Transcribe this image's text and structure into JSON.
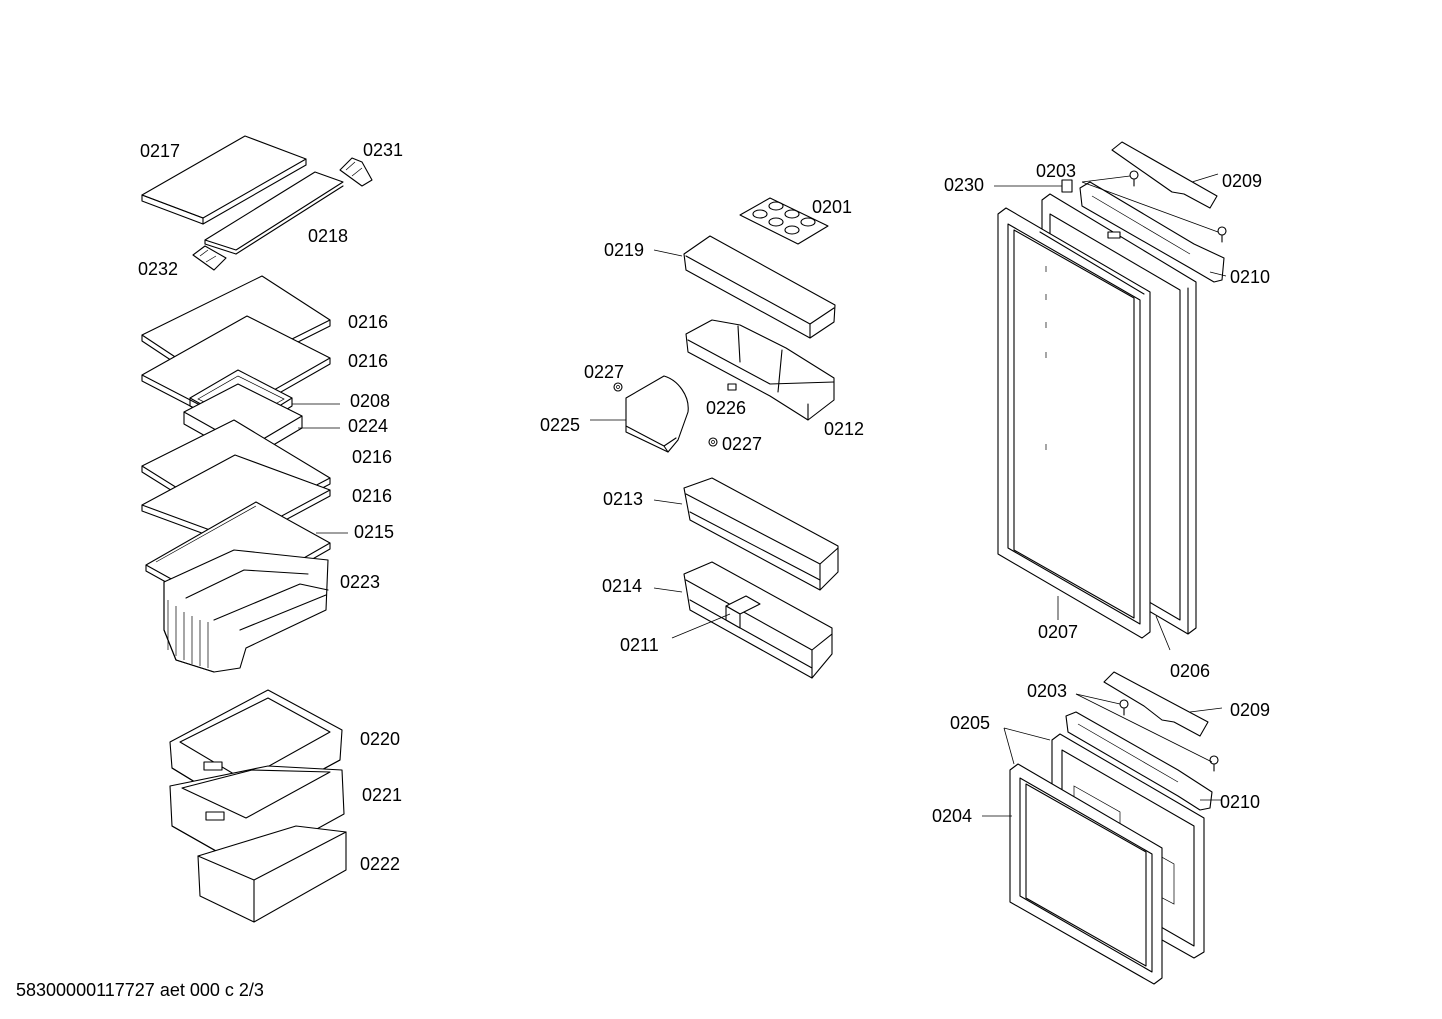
{
  "footer": "58300000117727 aet 000 c 2/3",
  "labels": {
    "p0217": "0217",
    "p0231": "0231",
    "p0218": "0218",
    "p0232": "0232",
    "p0216a": "0216",
    "p0216b": "0216",
    "p0208": "0208",
    "p0224": "0224",
    "p0216c": "0216",
    "p0216d": "0216",
    "p0215": "0215",
    "p0223": "0223",
    "p0220": "0220",
    "p0221": "0221",
    "p0222": "0222",
    "p0201": "0201",
    "p0219": "0219",
    "p0227a": "0227",
    "p0226": "0226",
    "p0212": "0212",
    "p0225": "0225",
    "p0227b": "0227",
    "p0213": "0213",
    "p0214": "0214",
    "p0211": "0211",
    "p0230": "0230",
    "p0203a": "0203",
    "p0209a": "0209",
    "p0210a": "0210",
    "p0207": "0207",
    "p0206": "0206",
    "p0203b": "0203",
    "p0209b": "0209",
    "p0205": "0205",
    "p0204": "0204",
    "p0210b": "0210"
  }
}
